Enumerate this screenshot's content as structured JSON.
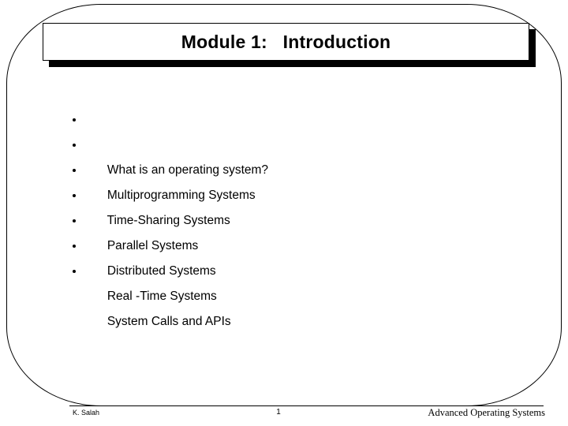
{
  "slide": {
    "title": "Module 1:   Introduction",
    "background_color": "#ffffff",
    "ink_color": "#000000",
    "bullets": [
      {
        "text": "What is an operating system?"
      },
      {
        "text": "Multiprogramming Systems"
      },
      {
        "text": "Time-Sharing Systems"
      },
      {
        "text": "Parallel Systems"
      },
      {
        "text": "Distributed Systems"
      },
      {
        "text": "Real -Time Systems"
      },
      {
        "text": "System Calls and APIs"
      }
    ],
    "footer": {
      "author": "K. Salah",
      "page_number": "1",
      "course": "Advanced Operating Systems"
    }
  }
}
